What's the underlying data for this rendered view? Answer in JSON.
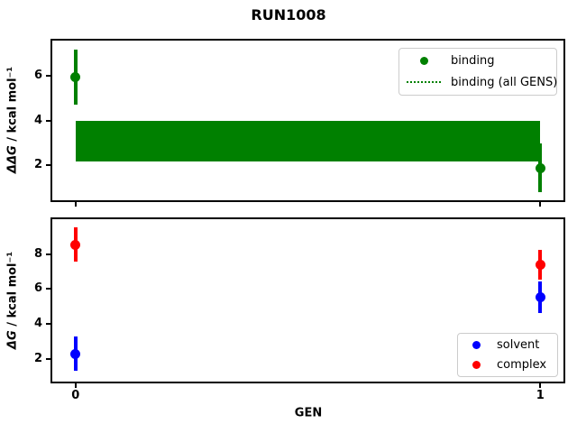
{
  "figure": {
    "title": "RUN1008"
  },
  "chart_data": [
    {
      "type": "scatter",
      "ylabel_math": "ΔΔG",
      "ylabel_rest": " / kcal mol⁻¹",
      "xlabel": "",
      "xlim": [
        -0.05,
        1.05
      ],
      "ylim": [
        0.4,
        7.6
      ],
      "yticks": [
        2,
        4,
        6
      ],
      "xticks": [
        0,
        1
      ],
      "xticklabels": [],
      "grid": false,
      "series": [
        {
          "name": "binding",
          "color": "#008000",
          "marker": "circle",
          "points": [
            {
              "x": 0,
              "y": 5.95,
              "err": 1.25
            },
            {
              "x": 1,
              "y": 1.85,
              "err": 1.1
            }
          ]
        }
      ],
      "band": {
        "name": "binding (all GENS)",
        "color": "#008000",
        "x0": 0,
        "x1": 1,
        "ylo": 2.15,
        "yhi": 4.0
      },
      "legend": {
        "position": "upper-right",
        "entries": [
          {
            "label": "binding",
            "glyph": "dot",
            "color": "#008000"
          },
          {
            "label": "binding (all GENS)",
            "glyph": "dotted-line",
            "color": "#008000"
          }
        ]
      }
    },
    {
      "type": "scatter",
      "ylabel_math": "ΔG",
      "ylabel_rest": " / kcal mol⁻¹",
      "xlabel": "GEN",
      "xlim": [
        -0.05,
        1.05
      ],
      "ylim": [
        0.7,
        10.0
      ],
      "yticks": [
        2,
        4,
        6,
        8
      ],
      "xticks": [
        0,
        1
      ],
      "xticklabels": [
        "0",
        "1"
      ],
      "grid": false,
      "series": [
        {
          "name": "solvent",
          "color": "#0000ff",
          "marker": "circle",
          "points": [
            {
              "x": 0,
              "y": 2.3,
              "err": 1.0
            },
            {
              "x": 1,
              "y": 5.55,
              "err": 0.9
            }
          ]
        },
        {
          "name": "complex",
          "color": "#ff0000",
          "marker": "circle",
          "points": [
            {
              "x": 0,
              "y": 8.55,
              "err": 1.0
            },
            {
              "x": 1,
              "y": 7.4,
              "err": 0.85
            }
          ]
        }
      ],
      "legend": {
        "position": "lower-right",
        "entries": [
          {
            "label": "solvent",
            "glyph": "dot",
            "color": "#0000ff"
          },
          {
            "label": "complex",
            "glyph": "dot",
            "color": "#ff0000"
          }
        ]
      }
    }
  ]
}
